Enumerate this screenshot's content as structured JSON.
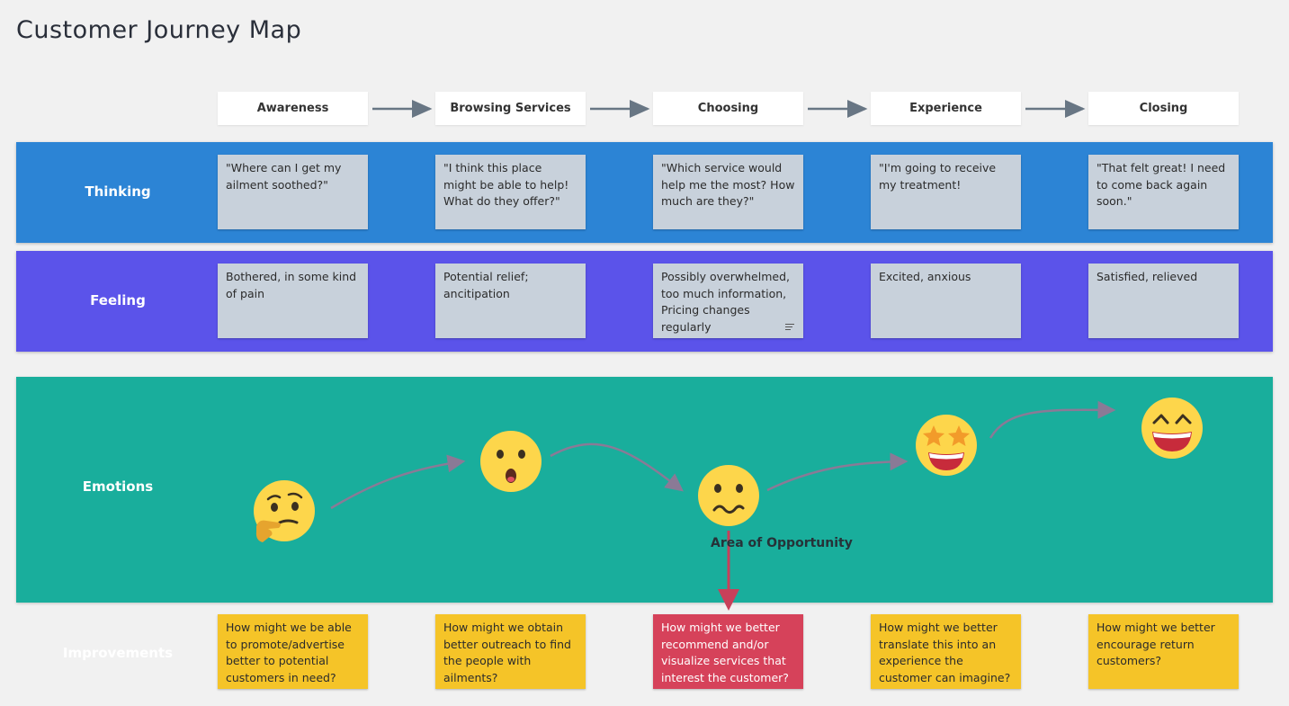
{
  "title": "Customer Journey Map",
  "stages": [
    "Awareness",
    "Browsing Services",
    "Choosing",
    "Experience",
    "Closing"
  ],
  "rows": {
    "thinking": "Thinking",
    "feeling": "Feeling",
    "emotions": "Emotions",
    "improvements": "Improvements"
  },
  "thinking": [
    "\"Where can I get my ailment soothed?\"",
    "\"I think this place might be able to help! What do they offer?\"",
    "\"Which service would help me the most? How much are they?\"",
    "\"I'm going to receive my treatment!",
    "\"That felt great! I need to come back again soon.\""
  ],
  "feeling": [
    "Bothered, in some kind of pain",
    "Potential relief; ancitipation",
    "Possibly overwhelmed, too much information, Pricing changes regularly",
    "Excited, anxious",
    "Satisfied, relieved"
  ],
  "emotions": {
    "faces": [
      "thinking-face-icon",
      "surprised-face-icon",
      "worried-face-icon",
      "star-struck-face-icon",
      "grinning-face-icon"
    ],
    "opportunity_label": "Area of Opportunity"
  },
  "improvements": [
    "How might we be able to promote/advertise better to potential customers in need?",
    "How might we obtain better outreach to find the people with ailments?",
    "How might we better recommend and/or visualize services that interest the customer?",
    "How might we better translate this into an experience the customer can imagine?",
    "How might we better encourage return customers?"
  ],
  "colors": {
    "thinking_band": "#2c84d5",
    "feeling_band": "#5b53ea",
    "emotions_band": "#19ae9c",
    "note_gray": "#c8d1db",
    "note_yellow": "#f5c428",
    "note_red": "#d6425a",
    "emoji_yellow": "#fdd64b"
  }
}
